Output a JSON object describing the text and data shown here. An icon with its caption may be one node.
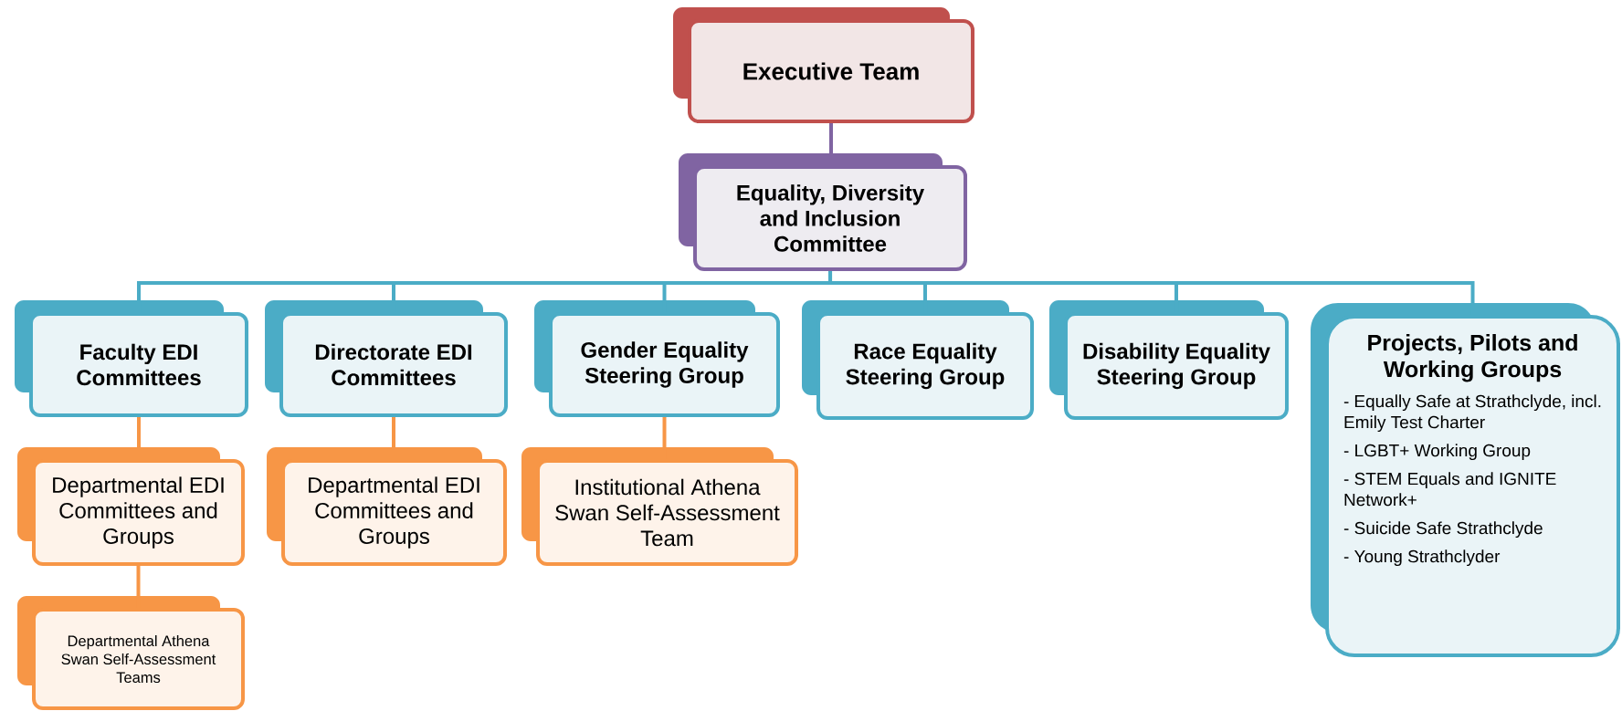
{
  "diagram": {
    "nodes": [
      {
        "text": [
          "Executive Team"
        ]
      },
      {
        "text": [
          "Equality, Diversity and Inclusion Committee"
        ]
      },
      {
        "text": [
          "Faculty EDI Committees"
        ]
      },
      {
        "text": [
          "Directorate EDI Committees"
        ]
      },
      {
        "text": [
          "Gender Equality Steering Group"
        ]
      },
      {
        "text": [
          "Race Equality Steering Group"
        ]
      },
      {
        "text": [
          "Disability Equality Steering Group"
        ]
      },
      {
        "text": [
          "Projects, Pilots and Working Groups",
          "- Equally Safe at Strathclyde, incl. Emily Test Charter",
          "- LGBT+ Working Group",
          "- STEM Equals and IGNITE Network+",
          "- Suicide Safe Strathclyde",
          "- Young Strathclyder"
        ]
      },
      {
        "text": [
          "Departmental EDI Committees and Groups"
        ]
      },
      {
        "text": [
          "Departmental EDI Committees and Groups"
        ]
      },
      {
        "text": [
          "Institutional Athena Swan Self-Assessment Team"
        ]
      },
      {
        "text": [
          "Departmental Athena Swan Self-Assessment Teams"
        ]
      }
    ],
    "edges": [
      {
        "from": 0,
        "to": 1,
        "arrow": "none",
        "color": "#8064a2"
      },
      {
        "from": 1,
        "to": 2,
        "arrow": "none"
      },
      {
        "from": 1,
        "to": 3,
        "arrow": "none"
      },
      {
        "from": 1,
        "to": 4,
        "arrow": "none"
      },
      {
        "from": 1,
        "to": 5,
        "arrow": "none"
      },
      {
        "from": 1,
        "to": 6,
        "arrow": "none"
      },
      {
        "from": 1,
        "to": 7,
        "arrow": "none"
      },
      {
        "from": 2,
        "to": 8,
        "arrow": "none",
        "color": "#f79646"
      },
      {
        "from": 8,
        "to": 11,
        "arrow": "none",
        "color": "#f79646"
      },
      {
        "from": 3,
        "to": 9,
        "arrow": "none",
        "color": "#f79646"
      },
      {
        "from": 4,
        "to": 10,
        "arrow": "none",
        "color": "#f79646"
      }
    ]
  }
}
